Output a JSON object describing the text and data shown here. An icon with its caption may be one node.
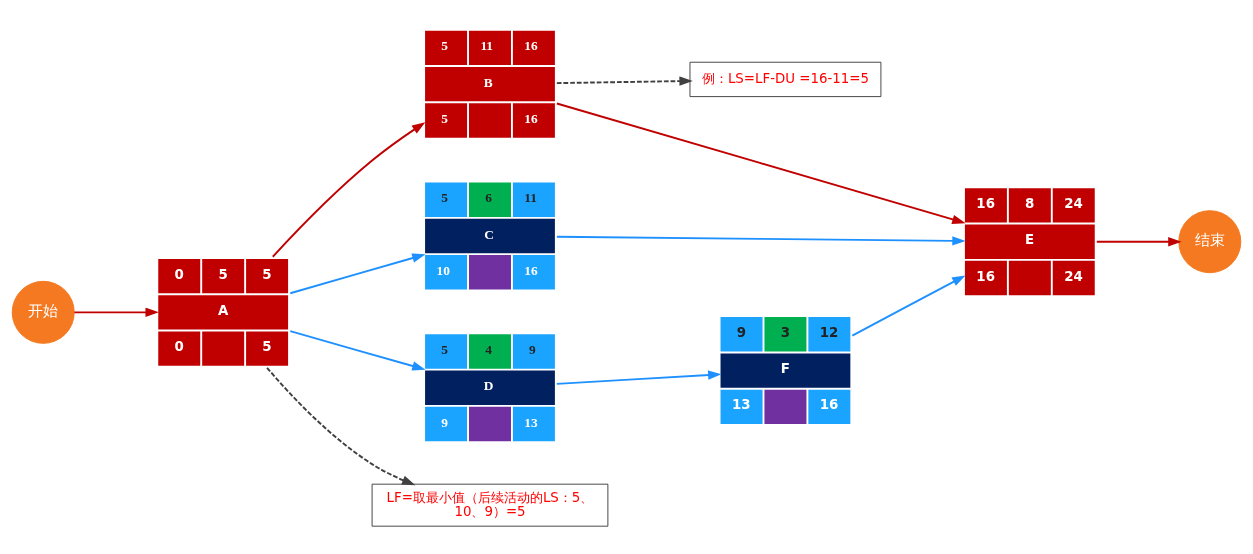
{
  "diagram": {
    "nodes": [
      {
        "text": [
          "开始"
        ]
      },
      {
        "text": [
          "0",
          "5",
          "5",
          "A",
          "0",
          "5"
        ]
      },
      {
        "text": [
          "5",
          "11",
          "16",
          "B",
          "5",
          "16"
        ]
      },
      {
        "text": [
          "例：LS=LF-DU =16-11=5"
        ]
      },
      {
        "text": [
          "5",
          "6",
          "11",
          "C",
          "10",
          "16"
        ]
      },
      {
        "text": [
          "5",
          "4",
          "9",
          "D",
          "9",
          "13"
        ]
      },
      {
        "text": [
          "9",
          "3",
          "12",
          "F",
          "13",
          "16"
        ]
      },
      {
        "text": [
          "16",
          "8",
          "24",
          "E",
          "16",
          "24"
        ]
      },
      {
        "text": [
          "结束"
        ]
      },
      {
        "text": [
          "LF=取最小值（后续活动的LS：5、10、9）=5"
        ]
      }
    ],
    "edges": [
      {
        "from": 0,
        "to": 1,
        "arrow": "to",
        "color": "#c00000"
      },
      {
        "from": 1,
        "to": 2,
        "arrow": "to",
        "color": "#c00000"
      },
      {
        "from": 1,
        "to": 4,
        "arrow": "to"
      },
      {
        "from": 1,
        "to": 5,
        "arrow": "to"
      },
      {
        "from": 2,
        "to": 7,
        "arrow": "to",
        "color": "#c00000"
      },
      {
        "from": 4,
        "to": 7,
        "arrow": "to"
      },
      {
        "from": 5,
        "to": 6,
        "arrow": "to"
      },
      {
        "from": 6,
        "to": 7,
        "arrow": "to"
      },
      {
        "from": 7,
        "to": 8,
        "arrow": "to",
        "color": "#c00000"
      },
      {
        "from": 2,
        "to": 3,
        "arrow": "to",
        "style": "dashed",
        "color": "#404040"
      },
      {
        "from": 1,
        "to": 9,
        "arrow": "to",
        "style": "dashed",
        "color": "#404040"
      }
    ]
  }
}
